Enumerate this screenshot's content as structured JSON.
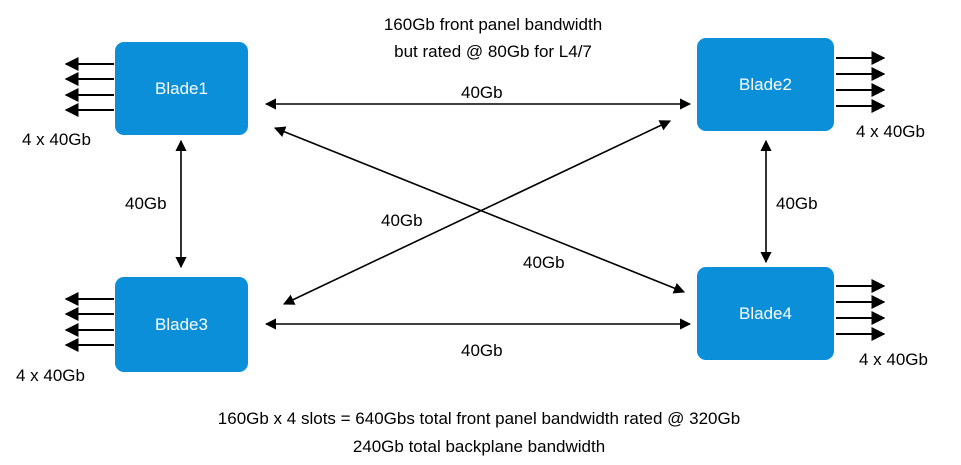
{
  "header": {
    "line1": "160Gb front panel bandwidth",
    "line2": "but rated @ 80Gb for L4/7"
  },
  "blades": [
    {
      "label": "Blade1",
      "ports_label": "4 x 40Gb"
    },
    {
      "label": "Blade2",
      "ports_label": "4 x 40Gb"
    },
    {
      "label": "Blade3",
      "ports_label": "4 x 40Gb"
    },
    {
      "label": "Blade4",
      "ports_label": "4 x 40Gb"
    }
  ],
  "links": {
    "b1_b2": "40Gb",
    "b3_b4": "40Gb",
    "b1_b3": "40Gb",
    "b2_b4": "40Gb",
    "b2_b3": "40Gb",
    "b1_b4": "40Gb"
  },
  "footer": {
    "line1": "160Gb x 4 slots = 640Gbs total front panel bandwidth rated @ 320Gb",
    "line2": "240Gb total backplane bandwidth"
  },
  "colors": {
    "blade_fill": "#0a8fd8",
    "blade_text": "#ffffff",
    "line": "#000000"
  }
}
